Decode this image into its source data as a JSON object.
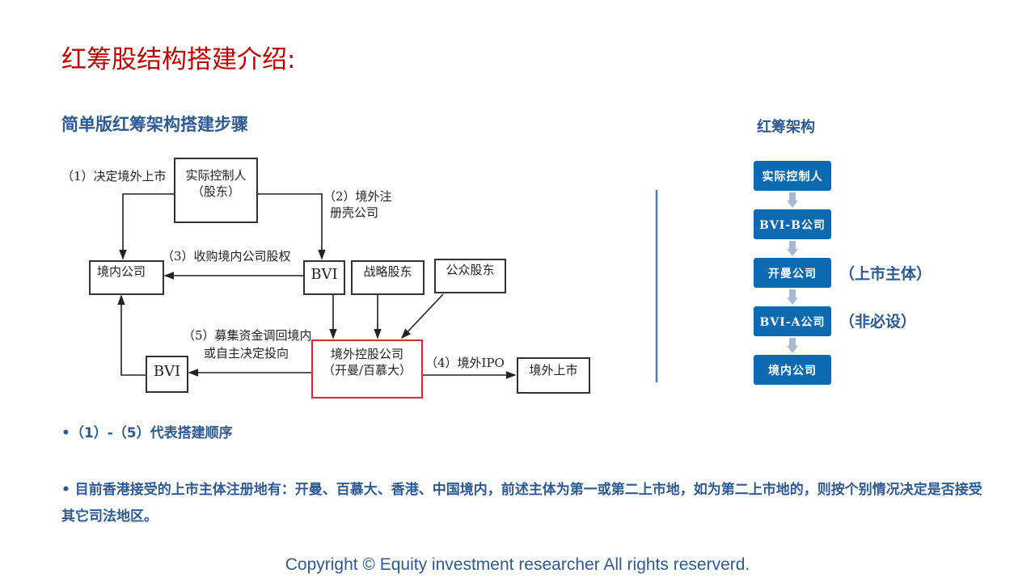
{
  "title": "红筹股结构搭建介绍:",
  "subtitle": "简单版红筹架构搭建步骤",
  "diagram": {
    "controller": "实际控制人",
    "controller_sub": "（股东）",
    "domestic": "境内公司",
    "bvi": "BVI",
    "strategic": "战略股东",
    "public": "公众股东",
    "holding": "境外控股公司",
    "holding_sub": "（开曼/百慕大）",
    "bvi2": "BVI",
    "listing": "境外上市",
    "step1": "（1）决定境外上市",
    "step2a": "（2）境外注",
    "step2b": "册壳公司",
    "step3": "（3）收购境内公司股权",
    "step4": "（4）境外IPO",
    "step5a": "（5）募集资金调回境内",
    "step5b": "或自主决定投向"
  },
  "right": {
    "title": "红筹架构",
    "boxes": [
      "实际控制人",
      "BVI-B公司",
      "开曼公司",
      "BVI-A公司",
      "境内公司"
    ],
    "note1": "（上市主体）",
    "note2": "（非必设）"
  },
  "bullets": [
    "•（1）-（5）代表搭建顺序",
    "• 目前香港接受的上市主体注册地有：开曼、百慕大、香港、中国境内，前述主体为第一或第二上市地，如为第二上市地的，则按个别情况决定是否接受其它司法地区。"
  ],
  "copyright": "Copyright © Equity investment researcher All rights reserverd.",
  "colors": {
    "title": "#c00000",
    "accent": "#2e5a94",
    "box": "#0b6ab0"
  }
}
